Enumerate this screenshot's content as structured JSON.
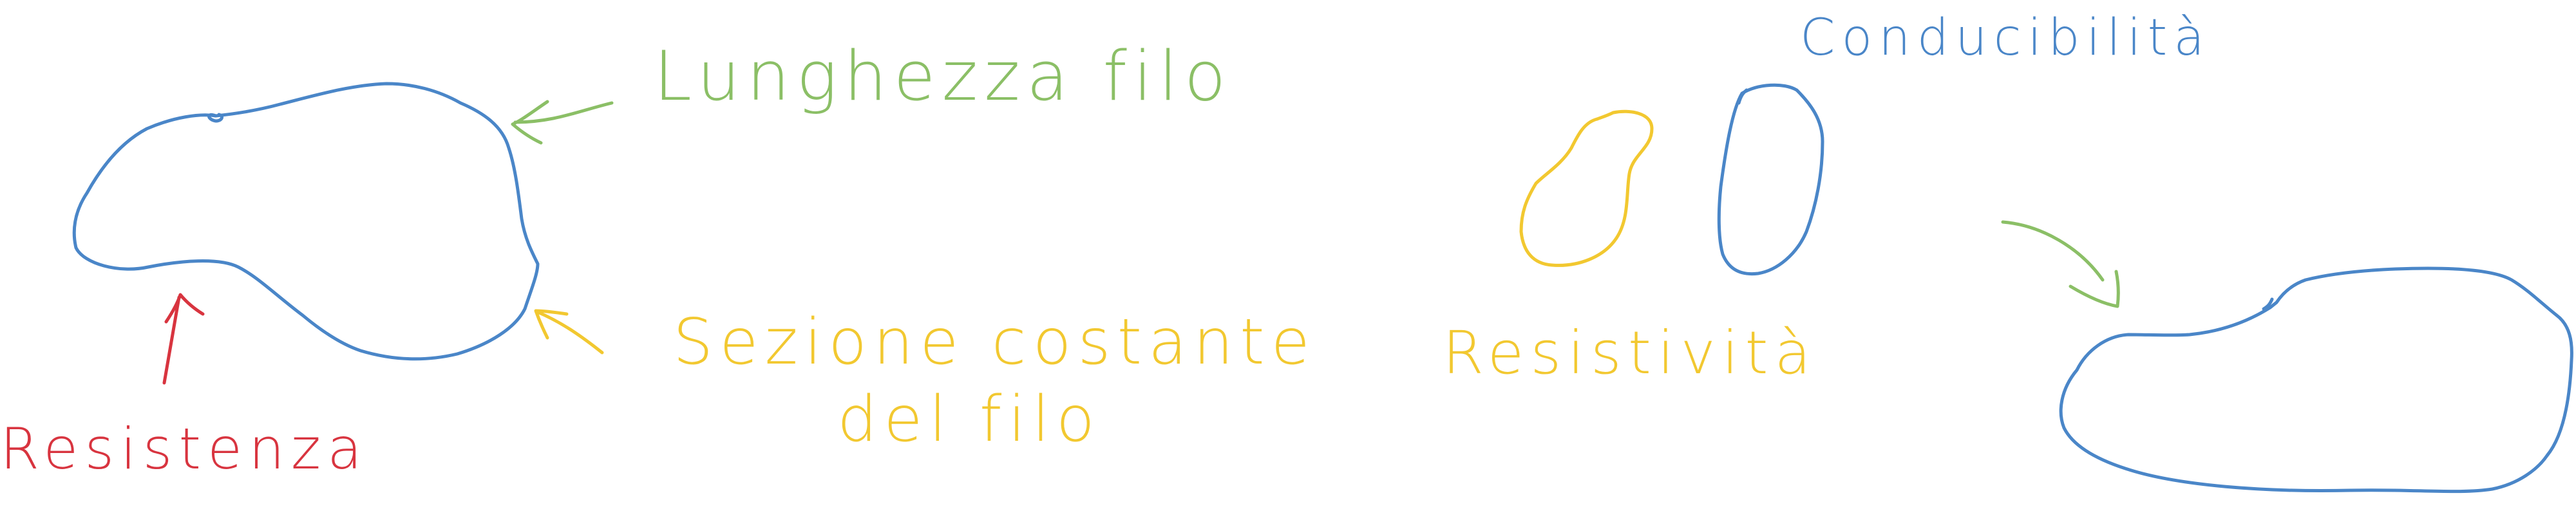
{
  "colors": {
    "blue": "#4a86c8",
    "green": "#8bbf66",
    "yellow": "#f2c830",
    "red": "#d8343f"
  },
  "labels": {
    "lunghezza": "Lunghezza filo",
    "sezione_line1": "Sezione costante",
    "sezione_line2": "del filo",
    "resistenza": "Resistenza",
    "resistivita": "Resistività",
    "conducibilita": "Conducibilità"
  }
}
